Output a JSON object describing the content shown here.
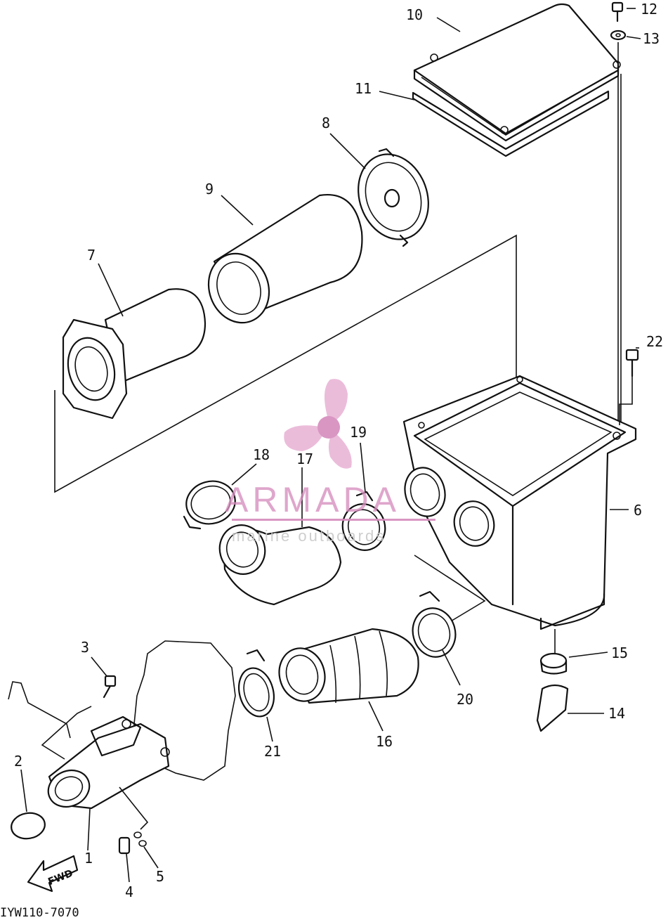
{
  "diagram": {
    "part_labels": [
      "1",
      "2",
      "3",
      "4",
      "5",
      "6",
      "7",
      "8",
      "9",
      "10",
      "11",
      "12",
      "13",
      "14",
      "15",
      "16",
      "17",
      "18",
      "19",
      "20",
      "21",
      "22"
    ],
    "drawing_code": "IYW110-7070",
    "fwd_label": "FWD"
  },
  "watermark": {
    "brand": "ARMADA",
    "tagline": "marine outboards",
    "color": "#d58bbd"
  }
}
